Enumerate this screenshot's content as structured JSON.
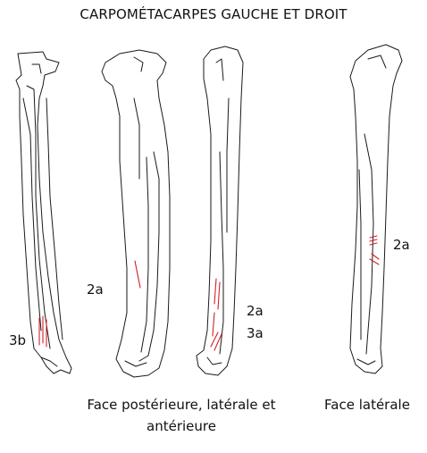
{
  "title": "CARPOMÉTACARPES GAUCHE ET DROIT",
  "labels": {
    "l_3b": "3b",
    "l_2a_mid": "2a",
    "l_2a_right_top": "2a",
    "l_3a": "3a",
    "l_2a_lateral": "2a"
  },
  "captions": {
    "left_line1": "Face postérieure, latérale et",
    "left_line2": "antérieure",
    "right": "Face latérale"
  },
  "colors": {
    "outline": "#1a1a1a",
    "mark": "#d1202a"
  }
}
